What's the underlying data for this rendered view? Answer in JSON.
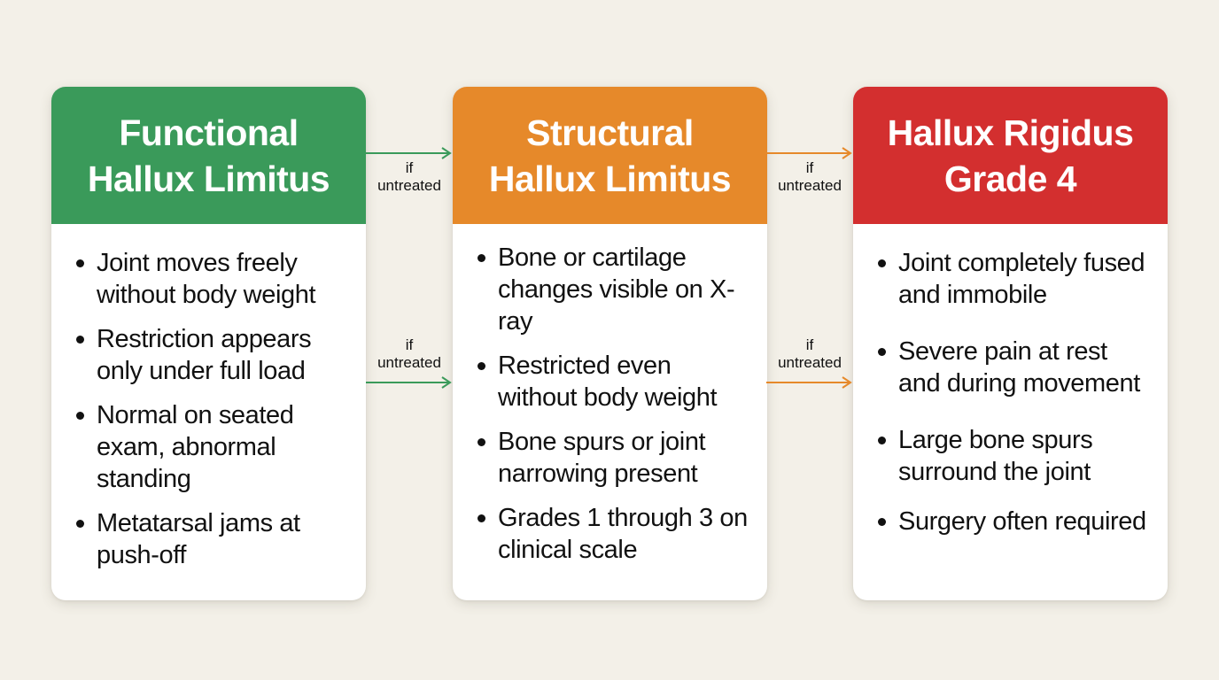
{
  "colors": {
    "background": "#f3f0e8",
    "functional": "#3a9a5a",
    "structural": "#e6892a",
    "rigidus": "#d32f2f",
    "green_arrow": "#3a9a5a",
    "orange_arrow": "#e6892a"
  },
  "stages": [
    {
      "title": "Functional\nHallux Limitus",
      "color": "#3a9a5a",
      "bullets": [
        "Joint moves freely without body weight",
        "Restriction appears only under full load",
        "Normal on seated exam, abnormal standing",
        "Metatarsal jams at push-off"
      ]
    },
    {
      "title": "Structural\nHallux Limitus",
      "color": "#e6892a",
      "bullets": [
        "Bone or cartilage changes visible on X-ray",
        "Restricted even without body weight",
        "Bone spurs or joint narrowing present",
        "Grades 1 through 3 on clinical scale"
      ]
    },
    {
      "title": "Hallux Rigidus\nGrade 4",
      "color": "#d32f2f",
      "bullets": [
        "Joint completely fused and immobile",
        "Severe pain at rest and during movement",
        "Large bone spurs surround the joint",
        "Surgery often required"
      ]
    }
  ],
  "connectors": [
    {
      "label": "if\nuntreated",
      "color": "#3a9a5a",
      "from": "Functional Hallux Limitus",
      "to": "Structural Hallux Limitus",
      "position": "top"
    },
    {
      "label": "if\nuntreated",
      "color": "#3a9a5a",
      "from": "Functional Hallux Limitus",
      "to": "Structural Hallux Limitus",
      "position": "middle"
    },
    {
      "label": "if\nuntreated",
      "color": "#e6892a",
      "from": "Structural Hallux Limitus",
      "to": "Hallux Rigidus Grade 4",
      "position": "top"
    },
    {
      "label": "if\nuntreated",
      "color": "#e6892a",
      "from": "Structural Hallux Limitus",
      "to": "Hallux Rigidus Grade 4",
      "position": "middle"
    }
  ]
}
